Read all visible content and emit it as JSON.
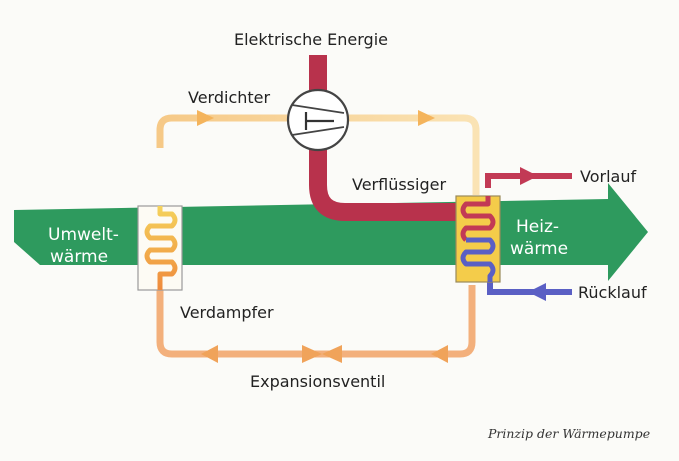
{
  "labels": {
    "electric_energy": "Elektrische Energie",
    "compressor": "Verdichter",
    "condenser": "Verflüssiger",
    "supply": "Vorlauf",
    "return": "Rücklauf",
    "evaporator": "Verdampfer",
    "expansion_valve": "Expansionsventil",
    "ambient_heat_line1": "Umwelt-",
    "ambient_heat_line2": "wärme",
    "heating_heat_line1": "Heiz-",
    "heating_heat_line2": "wärme"
  },
  "caption": "Prinzip der Wärmepumpe",
  "colors": {
    "heat_arrow_green": "#2e9a5e",
    "electric_red": "#b8324c",
    "refrigerant_warm": "#f6d49a",
    "refrigerant_cool": "#f4b07a",
    "supply_red": "#c23a55",
    "return_blue": "#5a5fc4",
    "coil_yellow": "#f3c23d",
    "coil_orange": "#f0883d",
    "background": "#fbfbf8"
  },
  "icons": {
    "compressor": "compressor-symbol-icon",
    "flow_arrow": "triangle-right-icon",
    "valve": "expansion-valve-icon"
  }
}
